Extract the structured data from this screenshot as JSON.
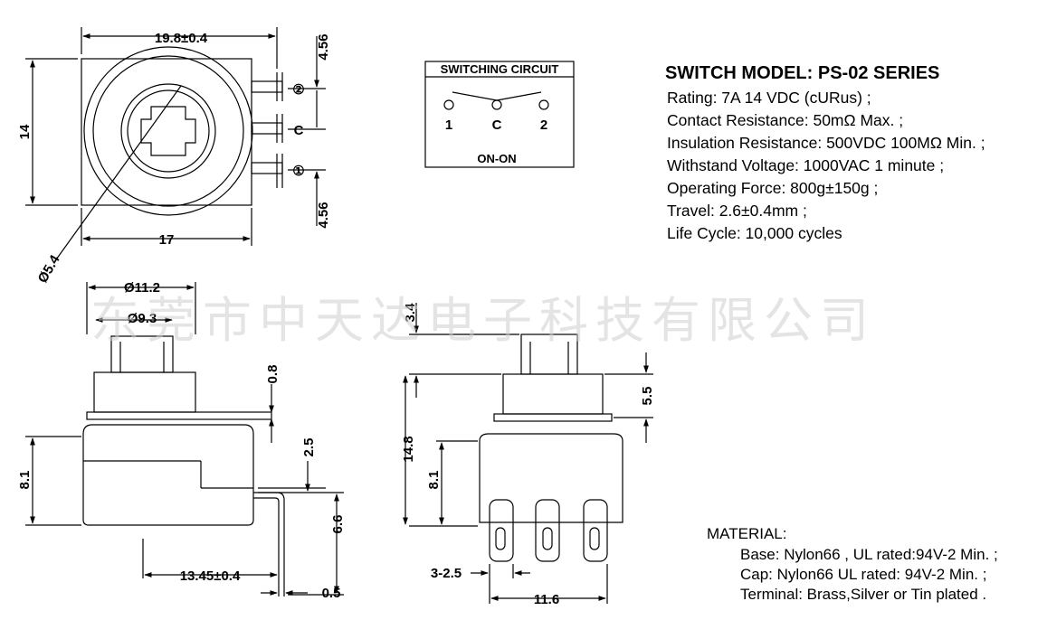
{
  "switch_model": "SWITCH MODEL: PS-02 SERIES",
  "specs": [
    "Rating:  7A 14 VDC  (cURus) ;",
    "Contact Resistance: 50mΩ  Max. ;",
    "Insulation Resistance: 500VDC 100MΩ  Min. ;",
    "Withstand Voltage: 1000VAC 1 minute ;",
    "Operating Force: 800g±150g ;",
    "Travel: 2.6±0.4mm ;",
    "Life Cycle: 10,000 cycles"
  ],
  "circuit": {
    "title": "SWITCHING CIRCUIT",
    "pin1": "1",
    "pinc": "C",
    "pin2": "2",
    "mode": "ON-ON"
  },
  "material": {
    "title": "MATERIAL:",
    "items": [
      "Base: Nylon66 , UL rated:94V-2 Min. ;",
      "Cap: Nylon66 UL rated: 94V-2 Min. ;",
      "Terminal: Brass,Silver or Tin plated ."
    ]
  },
  "top_view": {
    "width": "19.8±0.4",
    "height": "14",
    "base": "17",
    "pitch_top": "4.56",
    "pitch_bottom": "4.56",
    "pin_labels": [
      "②",
      "C",
      "①"
    ],
    "bore": "Ø5.4"
  },
  "front_view": {
    "dia_outer": "Ø11.2",
    "dia_inner": "Ø9.3",
    "flange": "0.8",
    "body_height": "8.1",
    "terminal_offset": "2.5",
    "terminal_length": "6.6",
    "terminal_pos": "13.45±0.4",
    "terminal_thickness": "0.5"
  },
  "side_view": {
    "plunger": "3.4",
    "upper": "5.5",
    "total": "14.8",
    "body": "8.1",
    "pin_width": "3-2.5",
    "base_width": "11.6"
  },
  "watermark": "东莞市中天达电子科技有限公司"
}
